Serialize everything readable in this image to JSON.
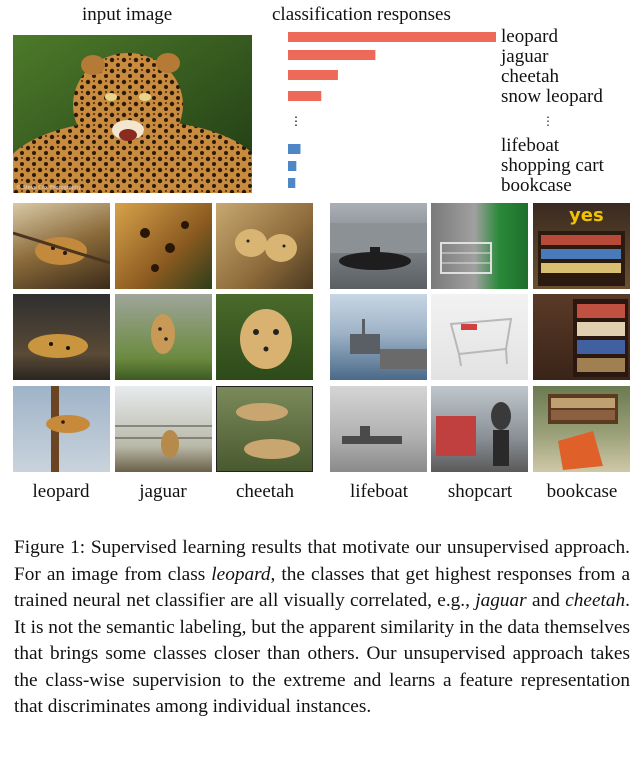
{
  "figure": {
    "input_header": "input image",
    "responses_header": "classification responses",
    "top_labels": [
      "leopard",
      "jaguar",
      "cheetah",
      "snow leopard"
    ],
    "bottom_labels": [
      "lifeboat",
      "shopping cart",
      "bookcase"
    ],
    "ellipsis": "⋮",
    "watermark": "© Steve Cox Photography",
    "yes_sign": "yes",
    "column_labels": [
      "leopard",
      "jaguar",
      "cheetah",
      "lifeboat",
      "shopcart",
      "bookcase"
    ],
    "colors": {
      "top_bar": "#ee6a58",
      "bottom_bar": "#4f86c6"
    }
  },
  "chart_data": {
    "type": "bar",
    "orientation": "horizontal",
    "categories": [
      "leopard",
      "jaguar",
      "cheetah",
      "snow leopard",
      "lifeboat",
      "shopping cart",
      "bookcase"
    ],
    "values": [
      1.0,
      0.42,
      0.24,
      0.16,
      0.06,
      0.04,
      0.035
    ],
    "title": "classification responses"
  },
  "caption": {
    "label": "Figure 1:",
    "part1": " Supervised learning results that motivate our unsupervised approach. For an image from class ",
    "em1": "leopard",
    "part2": ", the classes that get highest responses from a trained neural net classifier are all visually correlated, e.g., ",
    "em2": "jaguar",
    "part3": " and ",
    "em3": "cheetah",
    "part4": ". It is not the semantic labeling, but the apparent similarity in the data themselves that brings some classes closer than others. Our unsupervised approach takes the class-wise supervision to the extreme and learns a feature representation that discriminates among individual instances."
  }
}
